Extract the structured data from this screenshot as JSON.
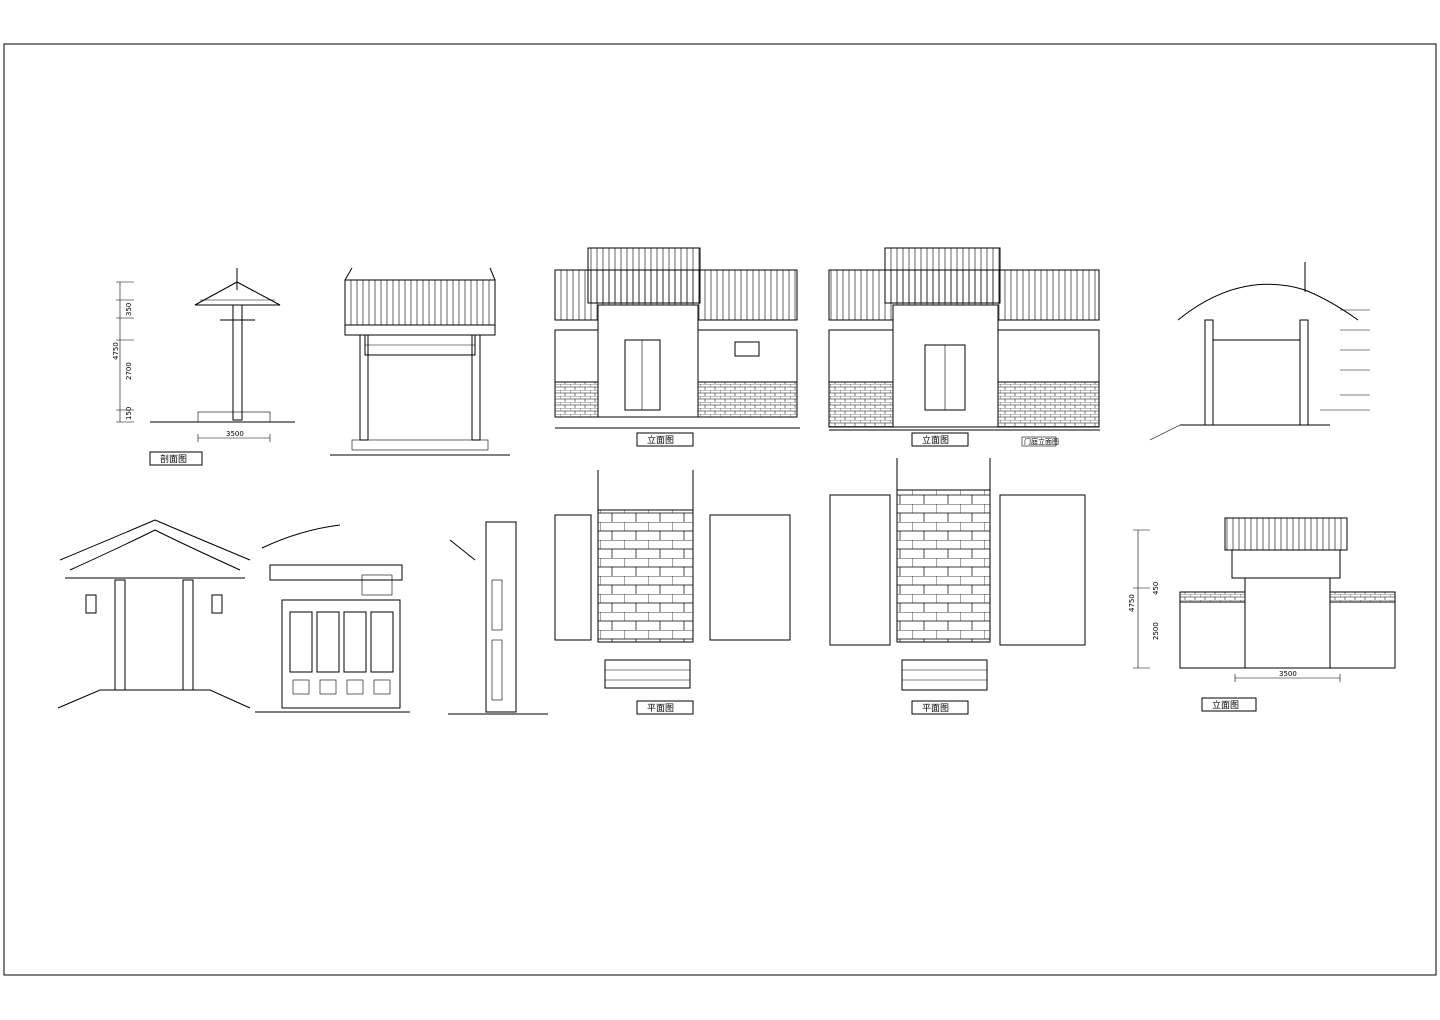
{
  "labels": {
    "section": "剖面图",
    "elev1": "立面图",
    "elev2": "立面图",
    "elev3": "立面图",
    "plan1": "平面图",
    "plan2": "平面图",
    "tag": "门庭立面图"
  },
  "dims": {
    "d3500_a": "3500",
    "d3500_b": "3500",
    "d4750_a": "4750",
    "d4750_b": "4750",
    "d2700": "2700",
    "d2500": "2500",
    "d150": "150",
    "d350": "350",
    "d450": "450"
  }
}
